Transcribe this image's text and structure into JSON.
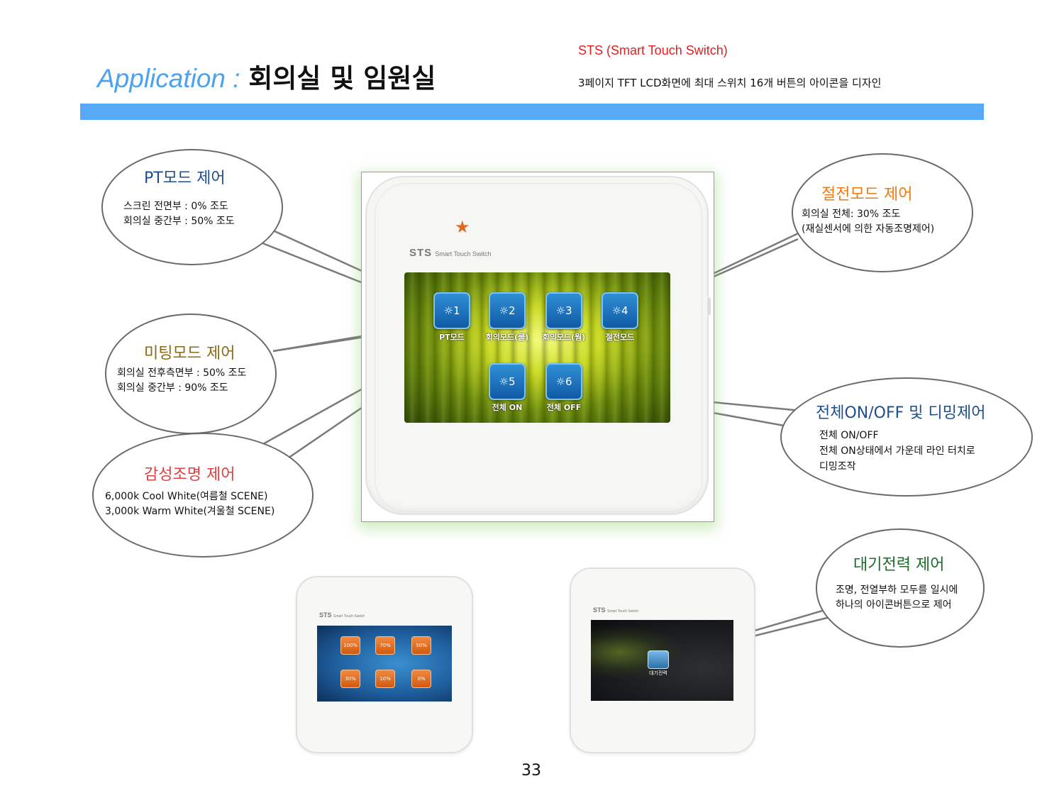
{
  "header": {
    "title_en": "Application :",
    "title_ko": "회의실 및 임원실",
    "sts_title": "STS (Smart Touch Switch)",
    "sts_desc": "3페이지 TFT LCD화면에 최대 스위치 16개 버튼의 아이콘을 디자인"
  },
  "bubbles": {
    "pt": {
      "title": "PT모드 제어",
      "lines": [
        "스크린 전면부 : 0% 조도",
        "회의실 중간부 : 50% 조도"
      ]
    },
    "meeting": {
      "title": "미팅모드 제어",
      "lines": [
        "회의실 전후측면부 : 50% 조도",
        "회의실 중간부 : 90% 조도"
      ]
    },
    "emotion": {
      "title": "감성조명 제어",
      "lines": [
        "6,000k Cool White(여름철 SCENE)",
        "3,000k Warm White(겨울철 SCENE)"
      ]
    },
    "saving": {
      "title": "절전모드 제어",
      "lines": [
        "회의실 전체: 30% 조도",
        "(재실센서에 의한 자동조명제어)"
      ]
    },
    "onoff": {
      "title": "전체ON/OFF 및 디밍제어",
      "lines": [
        "전체 ON/OFF",
        "전체 ON상태에서 가운데 라인 터치로",
        "디밍조작"
      ]
    },
    "standby": {
      "title": "대기전력 제어",
      "lines": [
        "조명, 전열부하 모두를 일시에",
        "하나의 아이콘버튼으로 제어"
      ]
    }
  },
  "colors": {
    "accent_blue": "#56a9f5",
    "title_blue": "#1d4f8f",
    "title_olive": "#8a6a14",
    "title_red": "#e04040",
    "title_orange": "#ee7a10",
    "title_green": "#1e6b2a",
    "sts_red": "#e02020"
  },
  "device": {
    "brand": "STS",
    "brand_sub": "Smart Touch Switch",
    "buttons": [
      {
        "num": "1",
        "label": "PT모드"
      },
      {
        "num": "2",
        "label": "회의모드(쿨)"
      },
      {
        "num": "3",
        "label": "회의모드(웜)"
      },
      {
        "num": "4",
        "label": "절전모드"
      },
      {
        "num": "5",
        "label": "전체 ON"
      },
      {
        "num": "6",
        "label": "전체 OFF"
      }
    ]
  },
  "small_device_1": {
    "brand": "STS",
    "brand_sub": "Smart Touch Switch",
    "buttons": [
      "100%",
      "70%",
      "50%",
      "30%",
      "10%",
      "0%"
    ]
  },
  "small_device_2": {
    "brand": "STS",
    "brand_sub": "Smart Touch Switch",
    "button_label": "대기전력"
  },
  "page_number": "33"
}
